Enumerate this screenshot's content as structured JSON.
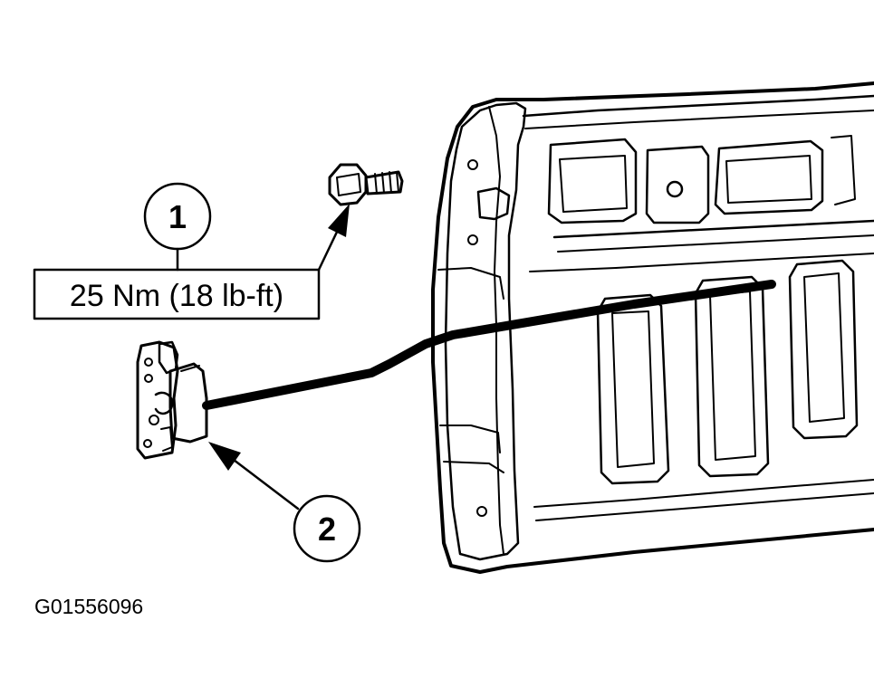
{
  "callouts": [
    {
      "number": "1",
      "spec": "25 Nm (18 lb-ft)"
    },
    {
      "number": "2"
    }
  ],
  "figure_id": "G01556096",
  "colors": {
    "line": "#000000",
    "background": "#ffffff",
    "label_box": "#f4f4f4"
  }
}
